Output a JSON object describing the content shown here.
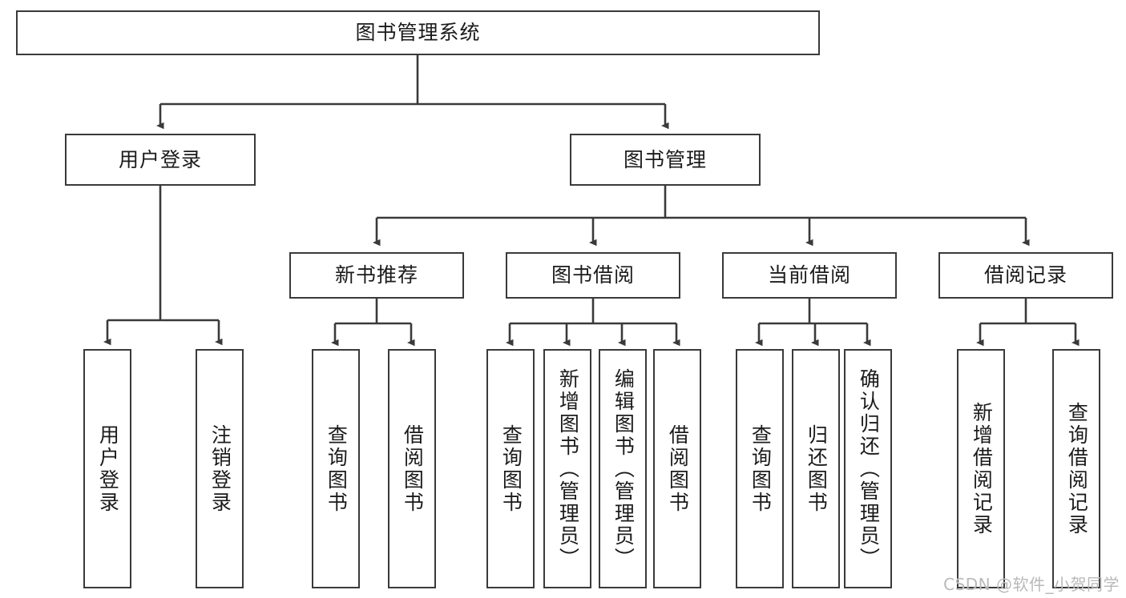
{
  "diagram": {
    "title": "图书管理系统",
    "watermark": "CSDN @软件_小贺同学",
    "colors": {
      "stroke": "#3a3a3a",
      "fill": "#ffffff",
      "text": "#1b1b1b",
      "watermark": "#b9b9b9"
    },
    "root": {
      "label": "图书管理系统"
    },
    "level2": [
      {
        "label": "用户登录"
      },
      {
        "label": "图书管理"
      }
    ],
    "level3": [
      {
        "label": "新书推荐"
      },
      {
        "label": "图书借阅"
      },
      {
        "label": "当前借阅"
      },
      {
        "label": "借阅记录"
      }
    ],
    "leaves": {
      "user_login": [
        {
          "label": "用户登录"
        },
        {
          "label": "注销登录"
        }
      ],
      "new_book_recommend": [
        {
          "label": "查询图书"
        },
        {
          "label": "借阅图书"
        }
      ],
      "book_borrow": [
        {
          "label": "查询图书"
        },
        {
          "label": "新增图书（管理员）"
        },
        {
          "label": "编辑图书（管理员）"
        },
        {
          "label": "借阅图书"
        }
      ],
      "current_borrow": [
        {
          "label": "查询图书"
        },
        {
          "label": "归还图书"
        },
        {
          "label": "确认归还（管理员）"
        }
      ],
      "borrow_record": [
        {
          "label": "新增借阅记录"
        },
        {
          "label": "查询借阅记录"
        }
      ]
    }
  }
}
